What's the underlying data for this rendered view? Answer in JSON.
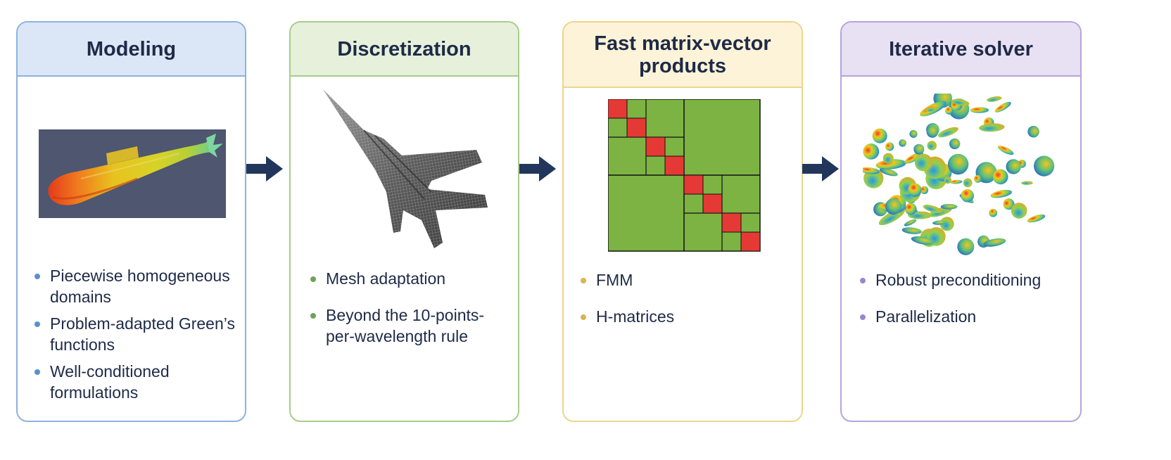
{
  "stages": [
    {
      "title": "Modeling",
      "image": "submarine-surface-field-icon",
      "bullets": [
        "Piecewise homogeneous domains",
        "Problem-adapted Green’s functions",
        "Well-conditioned formulations"
      ]
    },
    {
      "title": "Discretization",
      "image": "fighter-jet-mesh-icon",
      "bullets": [
        "Mesh adaptation",
        "Beyond the 10-points-per-wavelength rule"
      ]
    },
    {
      "title": "Fast matrix-vector products",
      "image": "hierarchical-matrix-icon",
      "bullets": [
        "FMM",
        "H-matrices"
      ]
    },
    {
      "title": "Iterative solver",
      "image": "particle-scattering-cloud-icon",
      "bullets": [
        "Robust preconditioning",
        "Parallelization"
      ]
    }
  ],
  "colors": {
    "modeling": "#5b8fd0",
    "discretization": "#6fa15a",
    "fast_products": "#d9b54e",
    "solver": "#9a86cc",
    "arrow": "#22365c",
    "matrix_green": "#7cb342",
    "matrix_red": "#e53935"
  }
}
